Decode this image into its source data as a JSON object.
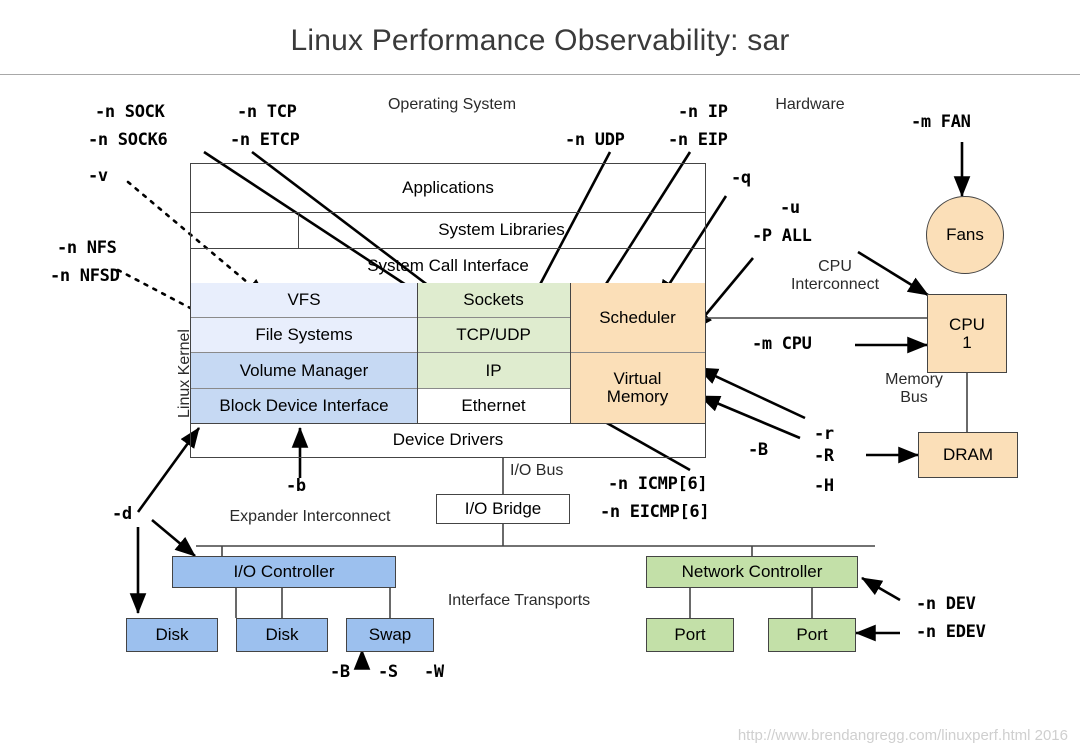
{
  "page": {
    "title": "Linux Performance Observability: sar",
    "footer": "http://www.brendangregg.com/linuxperf.html 2016"
  },
  "section_labels": {
    "operating_system": "Operating System",
    "hardware": "Hardware",
    "linux_kernel": "Linux Kernel",
    "cpu_interconnect": "CPU\nInterconnect",
    "memory_bus": "Memory\nBus",
    "io_bus": "I/O Bus",
    "expander_interconnect": "Expander Interconnect",
    "interface_transports": "Interface Transports"
  },
  "stack": {
    "applications": "Applications",
    "system_libraries": "System Libraries",
    "system_call_interface": "System Call Interface",
    "device_drivers": "Device Drivers",
    "rows": [
      {
        "left": "VFS",
        "mid": "Sockets",
        "right": "Scheduler"
      },
      {
        "left": "File Systems",
        "mid": "TCP/UDP",
        "right": ""
      },
      {
        "left": "Volume Manager",
        "mid": "IP",
        "right": "Virtual"
      },
      {
        "left": "Block Device Interface",
        "mid": "Ethernet",
        "right": "Memory"
      }
    ]
  },
  "hardware": {
    "fans": "Fans",
    "cpu": "CPU\n1",
    "dram": "DRAM",
    "io_bridge": "I/O Bridge",
    "io_controller": "I/O Controller",
    "network_controller": "Network Controller",
    "disk1": "Disk",
    "disk2": "Disk",
    "swap": "Swap",
    "port1": "Port",
    "port2": "Port"
  },
  "options": {
    "sock": "-n SOCK",
    "sock6": "-n SOCK6",
    "tcp": "-n TCP",
    "etcp": "-n ETCP",
    "udp": "-n UDP",
    "ip": "-n IP",
    "eip": "-n EIP",
    "v": "-v",
    "nfs": "-n NFS",
    "nfsd": "-n NFSD",
    "q": "-q",
    "u": "-u",
    "pall": "-P ALL",
    "mfan": "-m FAN",
    "mcpu": "-m CPU",
    "r": "-r",
    "R": "-R",
    "H": "-H",
    "B": "-B",
    "b": "-b",
    "d": "-d",
    "icmp": "-n ICMP[6]",
    "eicmp": "-n EICMP[6]",
    "dev": "-n DEV",
    "edev": "-n EDEV",
    "swap_B": "-B",
    "swap_S": "-S",
    "swap_W": "-W"
  },
  "colors": {
    "blue_light": "#e8eefc",
    "blue": "#c6d9f3",
    "blue_strong": "#9cc0ee",
    "green": "#dfeccf",
    "green_strong": "#c3e0a8",
    "orange": "#fbdfb8",
    "stroke": "#444444",
    "title": "#3a3a3a",
    "footer": "#cfcfcf"
  }
}
